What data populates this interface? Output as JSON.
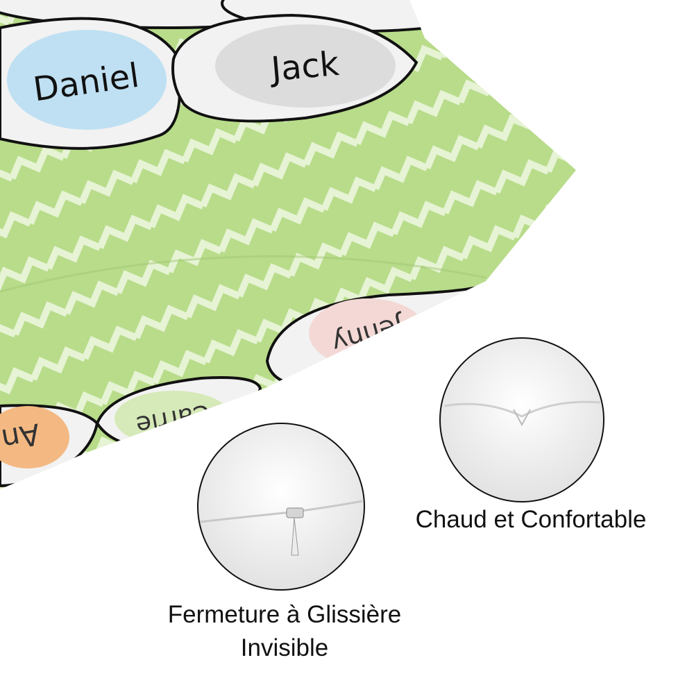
{
  "pillow": {
    "names": [
      "Daniel",
      "Jack",
      "Jenny",
      "Carrie",
      "An"
    ],
    "colors": {
      "green": "#b8dc8a",
      "blue": "#bfe0f2",
      "gray": "#dcdcdc",
      "pink": "#f3d8d6",
      "lightgreen": "#d6e9b8",
      "orange": "#f4b983"
    }
  },
  "details": {
    "comfort_caption": "Chaud et Confortable",
    "zipper_caption_line1": "Fermeture à Glissière",
    "zipper_caption_line2": "Invisible"
  }
}
